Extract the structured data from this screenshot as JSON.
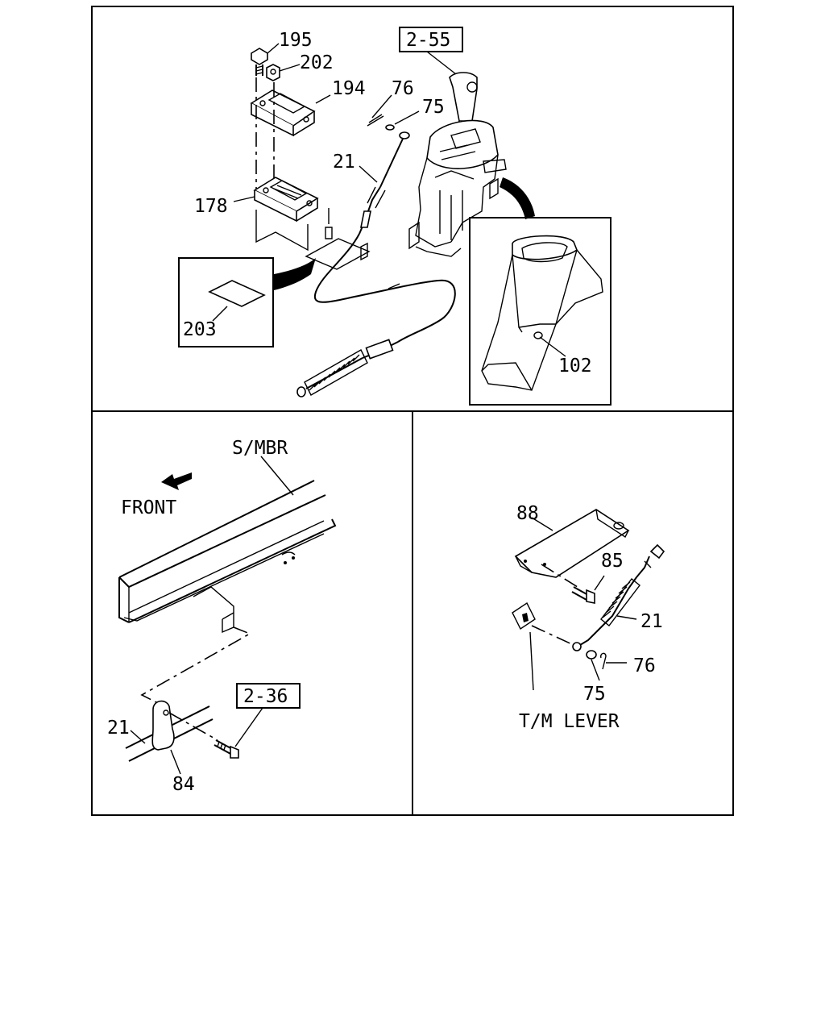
{
  "labels": {
    "p195": "195",
    "p202": "202",
    "p194": "194",
    "p178": "178",
    "p203": "203",
    "p76a": "76",
    "p75a": "75",
    "p21a": "21",
    "p102": "102",
    "ref255": "2-55",
    "smbr": "S/MBR",
    "front": "FRONT",
    "ref236": "2-36",
    "p21b": "21",
    "p84": "84",
    "p88": "88",
    "p85": "85",
    "p21c": "21",
    "p76b": "76",
    "p75b": "75",
    "tmlever": "T/M LEVER"
  }
}
